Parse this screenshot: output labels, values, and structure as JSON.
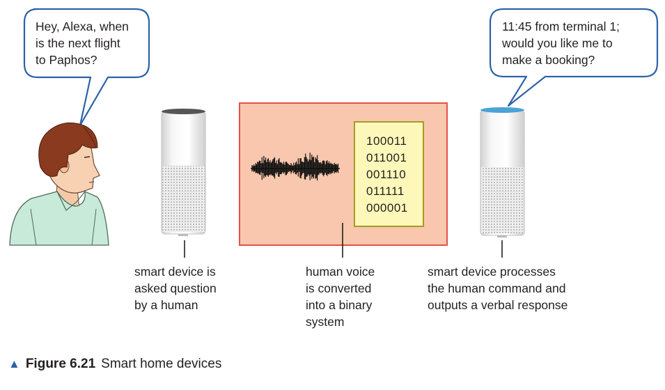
{
  "speech_left": {
    "lines": [
      "Hey, Alexa, when",
      "is the next flight",
      "to Paphos?"
    ]
  },
  "speech_right": {
    "lines": [
      "11:45 from terminal 1;",
      "would you like me to",
      "make a booking?"
    ]
  },
  "binary": {
    "lines": [
      "100011",
      "011001",
      "001110",
      "011111",
      "000001"
    ]
  },
  "captions": {
    "left": [
      "smart device is",
      "asked question",
      "by a human"
    ],
    "middle": [
      "human voice",
      "is converted",
      "into a binary",
      "system"
    ],
    "right": [
      "smart device processes",
      "the human command and",
      "outputs a verbal response"
    ]
  },
  "figure": {
    "marker": "▲",
    "label": "Figure 6.21",
    "title": "Smart home devices"
  },
  "colors": {
    "bubble_border": "#2d62a8",
    "panel_fill": "#f8c7ad",
    "panel_border": "#e3514a",
    "binary_fill": "#fdf8b9",
    "binary_border": "#a59b24",
    "accent": "#2d62a8"
  }
}
